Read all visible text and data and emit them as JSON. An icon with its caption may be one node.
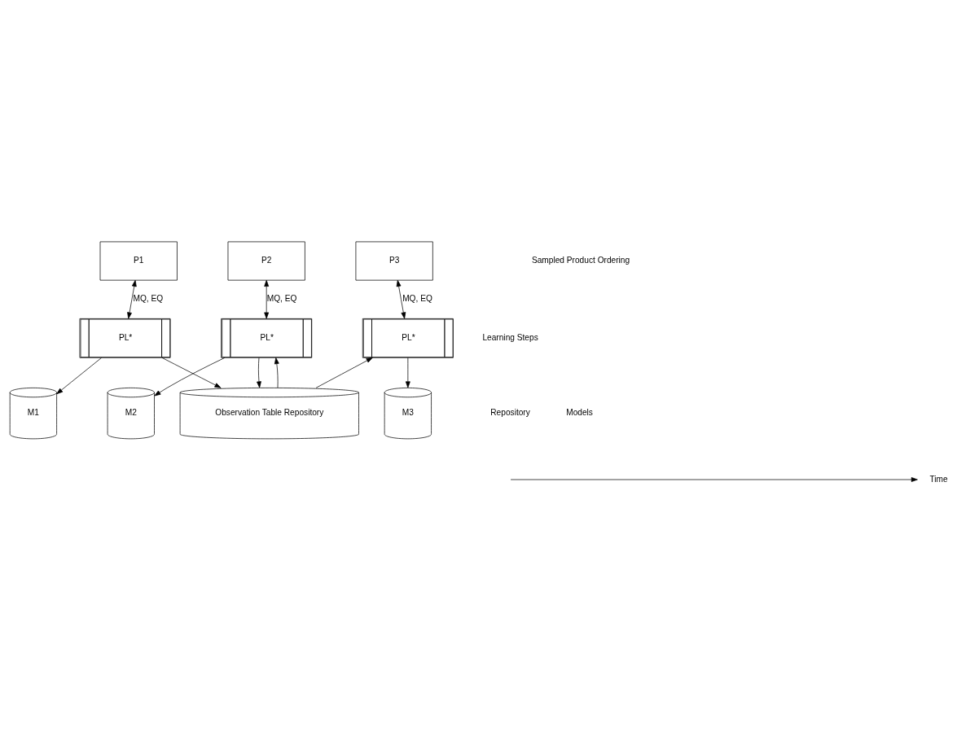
{
  "diagram": {
    "nodes": [
      {
        "text": [
          "P1"
        ]
      },
      {
        "text": [
          "P2"
        ]
      },
      {
        "text": [
          "P3"
        ]
      },
      {
        "text": [
          "M1"
        ]
      },
      {
        "text": [
          "M2"
        ]
      },
      {
        "text": [
          "M3"
        ]
      },
      {
        "text": [
          "PL*"
        ]
      },
      {
        "text": [
          "PL*"
        ]
      },
      {
        "text": [
          "PL*"
        ]
      },
      {
        "text": [
          "Observation Table Repository"
        ]
      },
      {
        "text": [
          "Time"
        ]
      }
    ],
    "edges": [
      {
        "from": 0,
        "to": 6,
        "arrow": "both",
        "label": "MQ, EQ"
      },
      {
        "from": 1,
        "to": 7,
        "arrow": "both",
        "label": "MQ, EQ"
      },
      {
        "from": 2,
        "to": 8,
        "arrow": "both",
        "label": "MQ, EQ"
      },
      {
        "from": 6,
        "to": 3,
        "arrow": "to"
      },
      {
        "from": 6,
        "to": 9,
        "arrow": "to"
      },
      {
        "from": 9,
        "to": 7,
        "arrow": "to"
      },
      {
        "from": 7,
        "to": 4,
        "arrow": "to"
      },
      {
        "from": 7,
        "to": 9,
        "arrow": "to"
      },
      {
        "from": 9,
        "to": 8,
        "arrow": "to"
      },
      {
        "from": 8,
        "to": 5,
        "arrow": "to"
      },
      {
        "from": null,
        "to": 10,
        "arrow": "to"
      }
    ],
    "labels": [
      "Sampled Product Ordering",
      "Models",
      "Learning Steps",
      "Repository"
    ]
  }
}
